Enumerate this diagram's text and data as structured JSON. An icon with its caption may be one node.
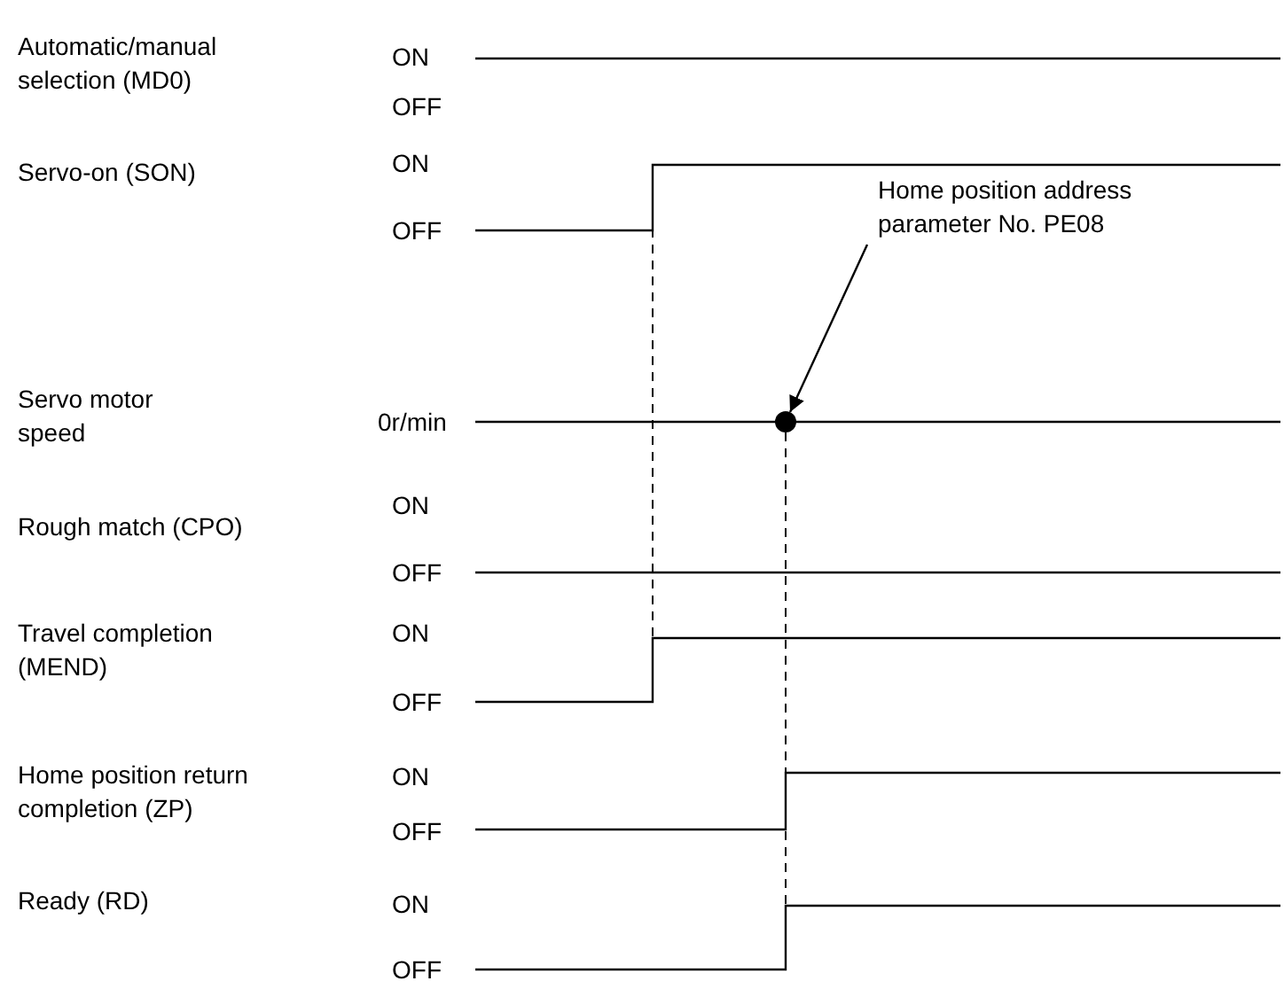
{
  "diagram": {
    "nodes": [
      {
        "text": [
          "Home position address parameter No. PE08"
        ]
      },
      {
        "text": [],
        "shape": "circle"
      }
    ],
    "edges": [
      {
        "from": 0,
        "to": 1,
        "arrow": "to"
      }
    ],
    "labels": [
      "Automatic/manual selection (MD0)",
      "ON",
      "OFF",
      "Servo-on (SON)",
      "ON",
      "OFF",
      "Servo motor speed",
      "0r/min",
      "Rough match (CPO)",
      "ON",
      "OFF",
      "Travel completion (MEND)",
      "ON",
      "OFF",
      "Home position return completion (ZP)",
      "ON",
      "OFF",
      "Ready (RD)",
      "ON",
      "OFF"
    ]
  }
}
